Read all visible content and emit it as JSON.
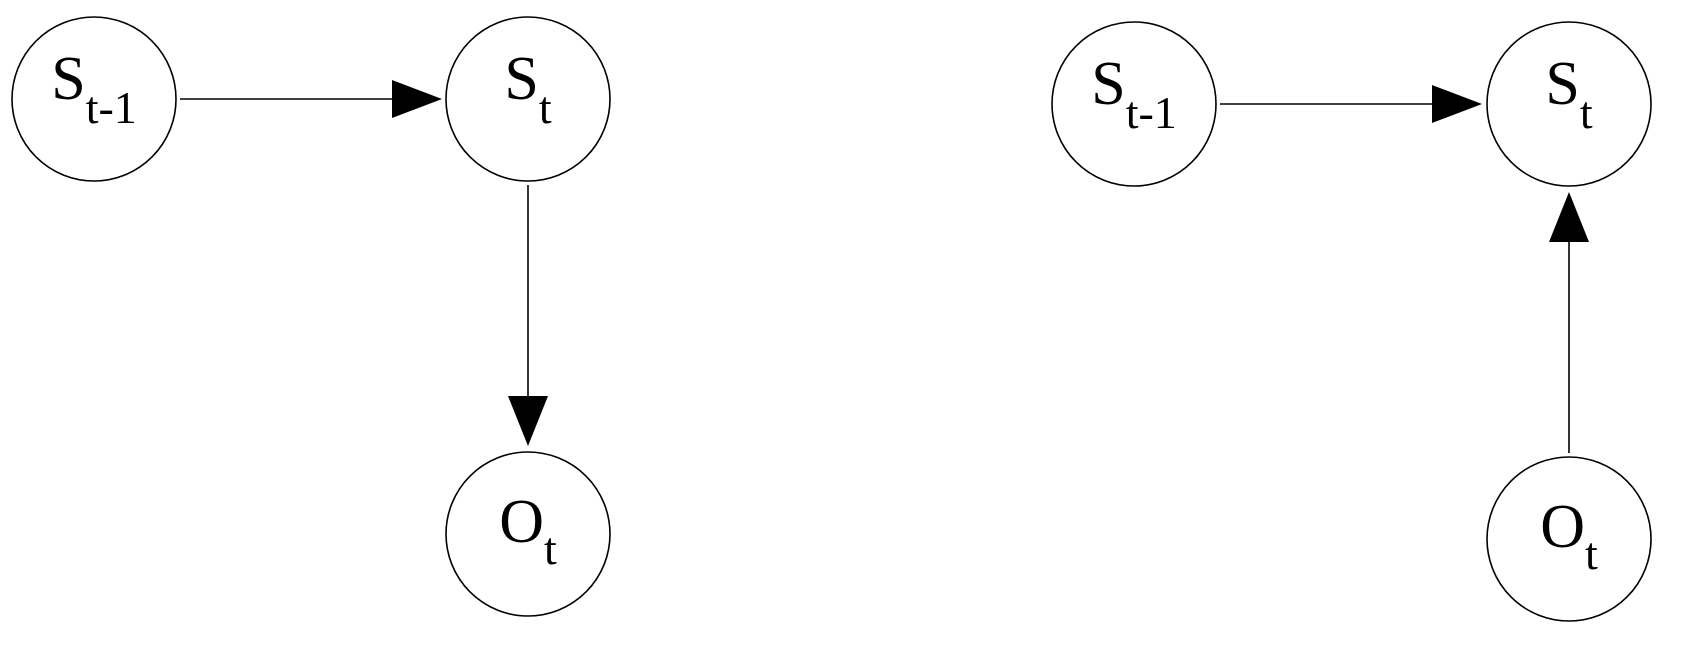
{
  "diagrams": [
    {
      "id": "left",
      "nodes": [
        {
          "id": "s_prev",
          "letter": "S",
          "subscript": "t-1"
        },
        {
          "id": "s_t",
          "letter": "S",
          "subscript": "t"
        },
        {
          "id": "o_t",
          "letter": "O",
          "subscript": "t"
        }
      ],
      "edges": [
        {
          "from": "s_prev",
          "to": "s_t"
        },
        {
          "from": "s_t",
          "to": "o_t"
        }
      ]
    },
    {
      "id": "right",
      "nodes": [
        {
          "id": "s_prev",
          "letter": "S",
          "subscript": "t-1"
        },
        {
          "id": "s_t",
          "letter": "S",
          "subscript": "t"
        },
        {
          "id": "o_t",
          "letter": "O",
          "subscript": "t"
        }
      ],
      "edges": [
        {
          "from": "s_prev",
          "to": "s_t"
        },
        {
          "from": "o_t",
          "to": "s_t"
        }
      ]
    }
  ]
}
